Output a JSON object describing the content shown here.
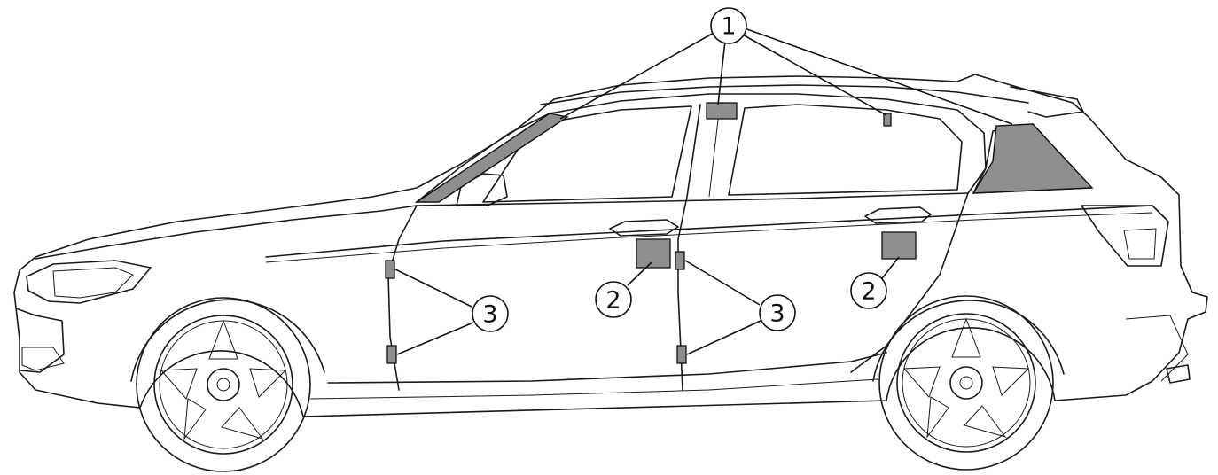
{
  "callouts": {
    "c1": "1",
    "c2a": "2",
    "c2b": "2",
    "c3a": "3",
    "c3b": "3"
  }
}
